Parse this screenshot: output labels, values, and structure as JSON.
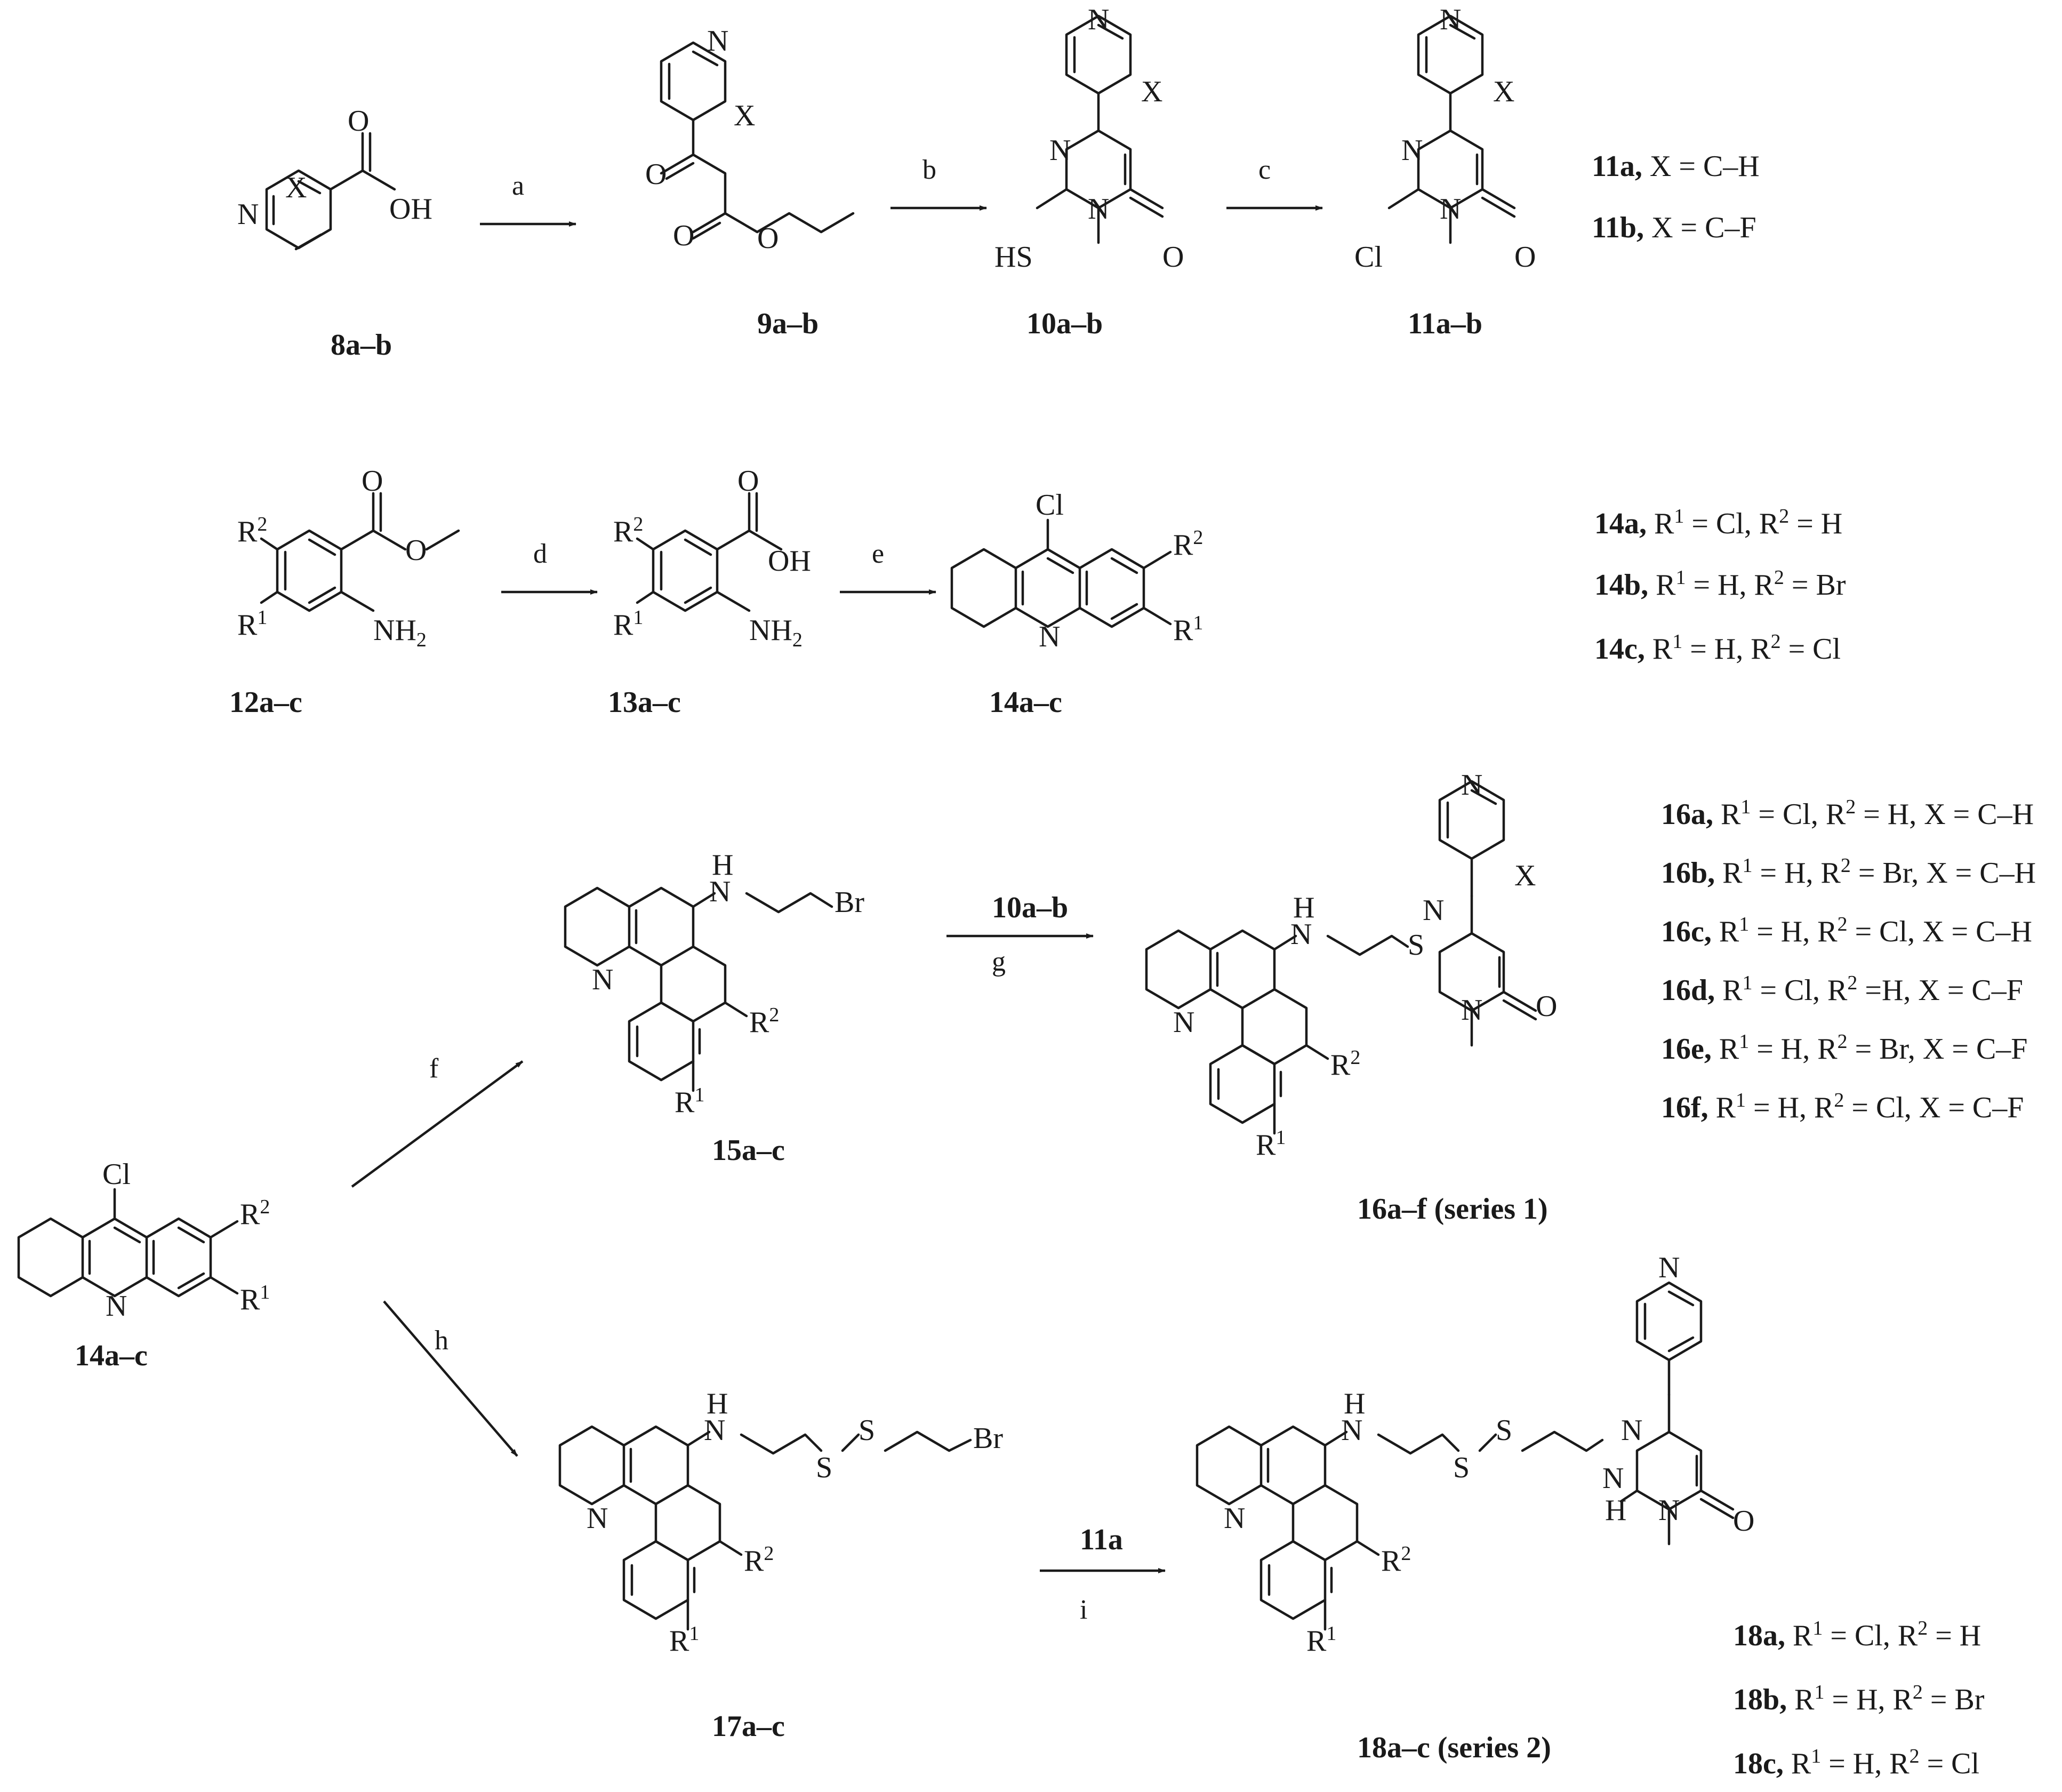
{
  "compounds": {
    "c8": "8a–b",
    "c9": "9a–b",
    "c10": "10a–b",
    "c11": "11a–b",
    "c12": "12a–c",
    "c13": "13a–c",
    "c14": "14a–c",
    "c14b": "14a–c",
    "c15": "15a–c",
    "c16": "16a–f (series 1)",
    "c17": "17a–c",
    "c18": "18a–c (series 2)"
  },
  "conditions": {
    "a": "a",
    "b": "b",
    "c": "c",
    "d": "d",
    "e": "e",
    "f": "f",
    "g": "g",
    "h": "h",
    "i": "i",
    "g_reagent": "10a–b",
    "i_reagent": "11a"
  },
  "legend11": [
    {
      "id": "11a,",
      "text": " X = C–H"
    },
    {
      "id": "11b,",
      "text": " X = C–F"
    }
  ],
  "legend14": [
    {
      "id": "14a,",
      "text": " R1 = Cl, R2 = H"
    },
    {
      "id": "14b,",
      "text": " R1 = H, R2 = Br"
    },
    {
      "id": "14c,",
      "text": " R1 = H, R2 = Cl"
    }
  ],
  "legend16": [
    {
      "id": "16a,",
      "text": " R1 = Cl, R2 = H, X = C–H"
    },
    {
      "id": "16b,",
      "text": " R1 = H, R2 = Br, X = C–H"
    },
    {
      "id": "16c,",
      "text": " R1 = H, R2 = Cl, X = C–H"
    },
    {
      "id": "16d,",
      "text": " R1 = Cl, R2 =H, X = C–F"
    },
    {
      "id": "16e,",
      "text": " R1 = H, R2 = Br, X = C–F"
    },
    {
      "id": "16f,",
      "text": " R1 = H, R2 = Cl, X = C–F"
    }
  ],
  "legend18": [
    {
      "id": "18a,",
      "text": " R1 = Cl, R2 = H"
    },
    {
      "id": "18b,",
      "text": " R1 = H, R2 = Br"
    },
    {
      "id": "18c,",
      "text": " R1 = H, R2 = Cl"
    }
  ]
}
